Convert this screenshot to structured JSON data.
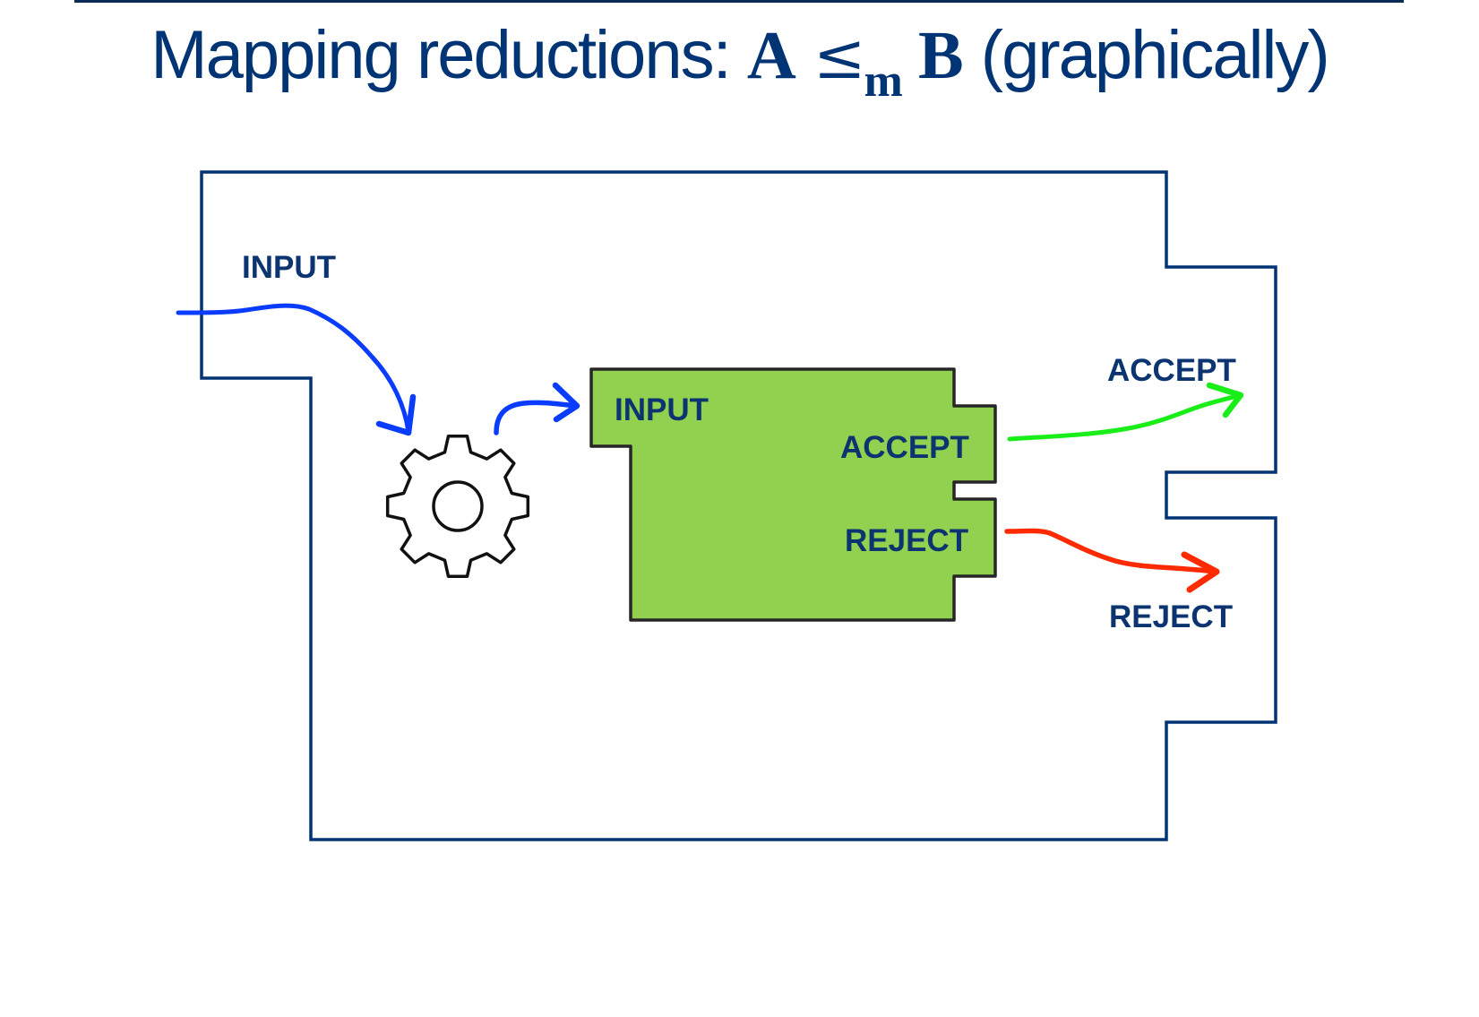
{
  "title": {
    "prefix": "Mapping reductions: ",
    "set_a": "A",
    "relation": "≤",
    "relation_subscript": "m",
    "set_b": "B",
    "suffix": "(graphically)"
  },
  "outer_machine": {
    "input_label": "INPUT",
    "accept_label": "ACCEPT",
    "reject_label": "REJECT"
  },
  "inner_machine": {
    "input_label": "INPUT",
    "accept_label": "ACCEPT",
    "reject_label": "REJECT",
    "fill_color": "#92d050"
  },
  "reduction_function": {
    "icon": "gear-icon"
  },
  "arrows": {
    "input_color": "#0a3cff",
    "accept_color": "#19ee19",
    "reject_color": "#ff2a00"
  },
  "colors": {
    "title": "#003474",
    "outline": "#003474"
  }
}
